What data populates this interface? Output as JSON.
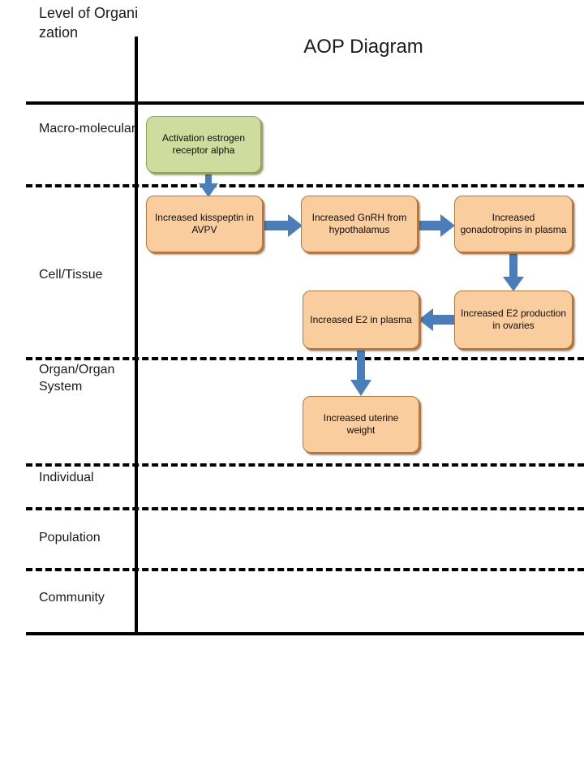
{
  "header": {
    "level_label": "Level of Organization",
    "title": "AOP Diagram"
  },
  "rows": [
    {
      "id": "macro-molecular",
      "label": "Macro-molecular"
    },
    {
      "id": "cell-tissue",
      "label": "Cell/Tissue"
    },
    {
      "id": "organ-system",
      "label": "Organ/Organ System"
    },
    {
      "id": "individual",
      "label": "Individual"
    },
    {
      "id": "population",
      "label": "Population"
    },
    {
      "id": "community",
      "label": "Community"
    }
  ],
  "nodes": {
    "mie": "Activation estrogen receptor alpha",
    "kisspeptin": "Increased kisspeptin in AVPV",
    "gnrh": "Increased GnRH from hypothalamus",
    "gonadotropins": "Increased gonadotropins in plasma",
    "e2_production": "Increased E2 production  in ovaries",
    "e2_plasma": "Increased E2 in plasma",
    "uterine_weight": "Increased uterine weight"
  },
  "colors": {
    "mie_fill": "#cedd9d",
    "mie_border": "#94a058",
    "ke_fill": "#f9cd9d",
    "ke_border": "#b3773f",
    "arrow": "#4a7ebb",
    "line": "#000000",
    "background": "#ffffff"
  },
  "arrows": [
    {
      "id": "mie-to-kisspeptin",
      "from": "mie",
      "to": "kisspeptin",
      "direction": "down"
    },
    {
      "id": "kisspeptin-to-gnrh",
      "from": "kisspeptin",
      "to": "gnrh",
      "direction": "right"
    },
    {
      "id": "gnrh-to-gonadotropins",
      "from": "gnrh",
      "to": "gonadotropins",
      "direction": "right"
    },
    {
      "id": "gonadotropins-to-e2production",
      "from": "gonadotropins",
      "to": "e2_production",
      "direction": "down"
    },
    {
      "id": "e2production-to-e2plasma",
      "from": "e2_production",
      "to": "e2_plasma",
      "direction": "left"
    },
    {
      "id": "e2plasma-to-uterineweight",
      "from": "e2_plasma",
      "to": "uterine_weight",
      "direction": "down"
    }
  ]
}
